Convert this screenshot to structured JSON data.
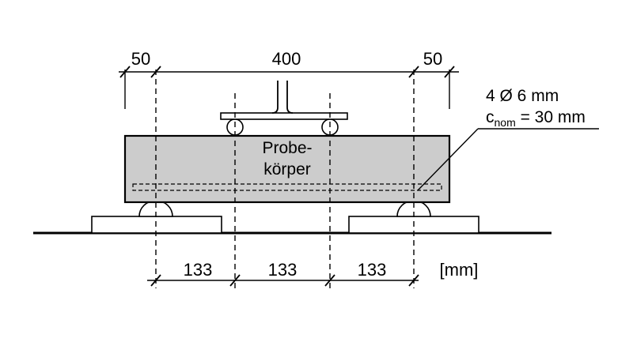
{
  "top_dimensions": {
    "left": "50",
    "middle": "400",
    "right": "50"
  },
  "bottom_dimensions": {
    "span_1": "133",
    "span_2": "133",
    "span_3": "133",
    "unit": "[mm]"
  },
  "specimen": {
    "label_line1": "Probe-",
    "label_line2": "körper"
  },
  "reinforcement": {
    "bars": "4 Ø 6 mm",
    "cover_main": "c",
    "cover_subscript": "nom",
    "cover_value": " = 30 mm"
  },
  "colors": {
    "specimen_fill": "#cccccc",
    "line": "#000000"
  }
}
